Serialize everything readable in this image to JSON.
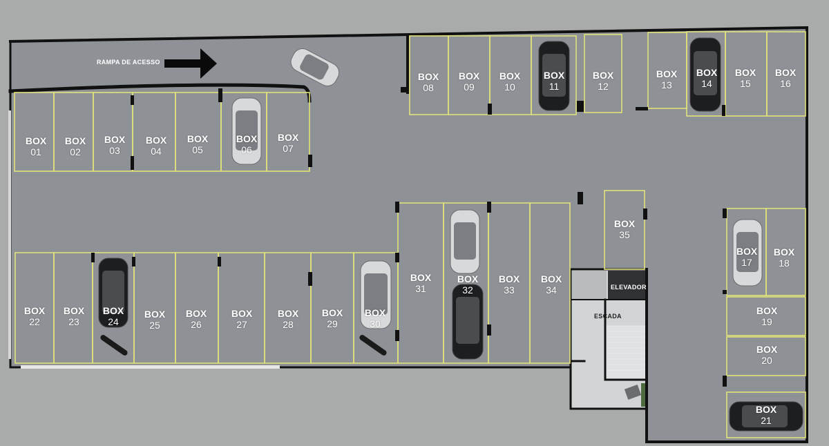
{
  "labels": {
    "ramp": "RAMPA DE ACESSO",
    "elevator": "ELEVADOR",
    "stairs": "ESCADA"
  },
  "box_word": "BOX",
  "boxes": [
    {
      "id": "01",
      "label": "BOX",
      "number": "01"
    },
    {
      "id": "02",
      "label": "BOX",
      "number": "02"
    },
    {
      "id": "03",
      "label": "BOX",
      "number": "03"
    },
    {
      "id": "04",
      "label": "BOX",
      "number": "04"
    },
    {
      "id": "05",
      "label": "BOX",
      "number": "05"
    },
    {
      "id": "06",
      "label": "BOX",
      "number": "06"
    },
    {
      "id": "07",
      "label": "BOX",
      "number": "07"
    },
    {
      "id": "08",
      "label": "BOX",
      "number": "08"
    },
    {
      "id": "09",
      "label": "BOX",
      "number": "09"
    },
    {
      "id": "10",
      "label": "BOX",
      "number": "10"
    },
    {
      "id": "11",
      "label": "BOX",
      "number": "11"
    },
    {
      "id": "12",
      "label": "BOX",
      "number": "12"
    },
    {
      "id": "13",
      "label": "BOX",
      "number": "13"
    },
    {
      "id": "14",
      "label": "BOX",
      "number": "14"
    },
    {
      "id": "15",
      "label": "BOX",
      "number": "15"
    },
    {
      "id": "16",
      "label": "BOX",
      "number": "16"
    },
    {
      "id": "17",
      "label": "BOX",
      "number": "17"
    },
    {
      "id": "18",
      "label": "BOX",
      "number": "18"
    },
    {
      "id": "19",
      "label": "BOX",
      "number": "19"
    },
    {
      "id": "20",
      "label": "BOX",
      "number": "20"
    },
    {
      "id": "21",
      "label": "BOX",
      "number": "21"
    },
    {
      "id": "22",
      "label": "BOX",
      "number": "22"
    },
    {
      "id": "23",
      "label": "BOX",
      "number": "23"
    },
    {
      "id": "24",
      "label": "BOX",
      "number": "24"
    },
    {
      "id": "25",
      "label": "BOX",
      "number": "25"
    },
    {
      "id": "26",
      "label": "BOX",
      "number": "26"
    },
    {
      "id": "27",
      "label": "BOX",
      "number": "27"
    },
    {
      "id": "28",
      "label": "BOX",
      "number": "28"
    },
    {
      "id": "29",
      "label": "BOX",
      "number": "29"
    },
    {
      "id": "30",
      "label": "BOX",
      "number": "30"
    },
    {
      "id": "31",
      "label": "BOX",
      "number": "31"
    },
    {
      "id": "32",
      "label": "BOX",
      "number": "32"
    },
    {
      "id": "33",
      "label": "BOX",
      "number": "33"
    },
    {
      "id": "34",
      "label": "BOX",
      "number": "34"
    },
    {
      "id": "35",
      "label": "BOX",
      "number": "35"
    }
  ],
  "colors": {
    "outside": "#a9abaa",
    "floor": "#8e9296",
    "wall": "#111111",
    "stripe": "#e2e27a",
    "car_silver": "#d9dadb",
    "car_black": "#1c1c1e",
    "room": "#cfd2d3"
  }
}
